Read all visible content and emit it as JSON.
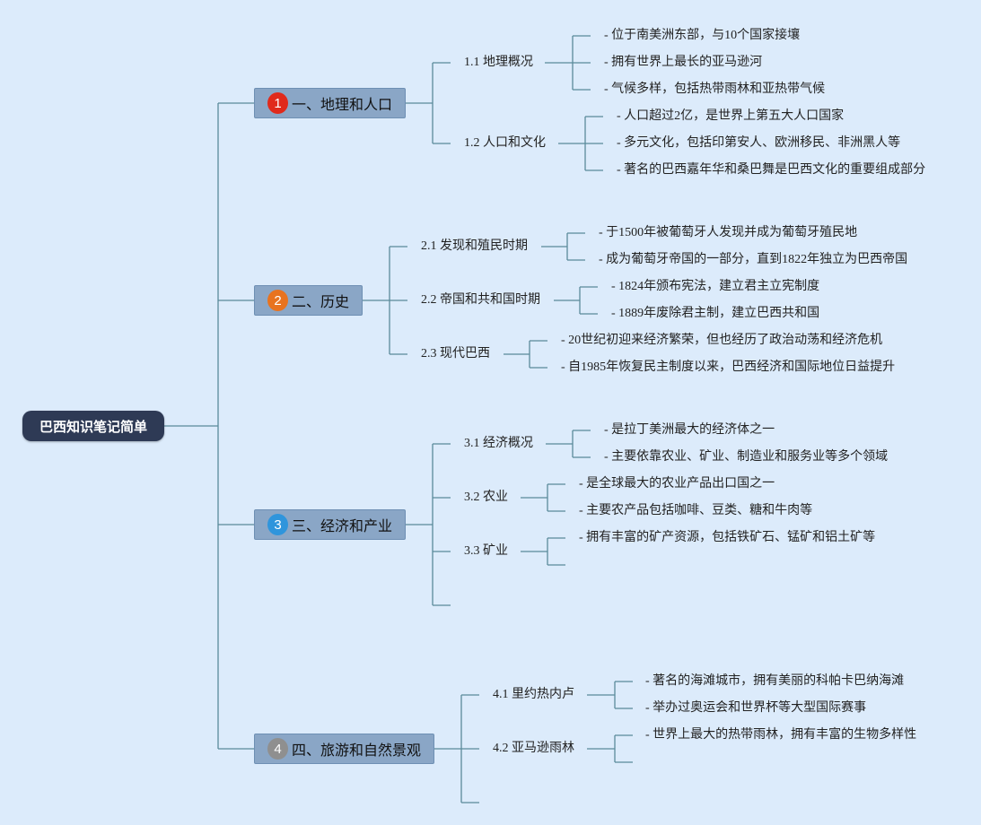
{
  "root": {
    "label": "巴西知识笔记简单"
  },
  "colors": {
    "line": "#5a8a9a",
    "badge1": "#e02a1c",
    "badge2": "#e8731f",
    "badge3": "#2f95dc",
    "badge4": "#8f8f8f"
  },
  "branches": [
    {
      "badge": "1",
      "label": "一、地理和人口",
      "subs": [
        {
          "label": "1.1 地理概况",
          "items": [
            "- 位于南美洲东部，与10个国家接壤",
            "- 拥有世界上最长的亚马逊河",
            "- 气候多样，包括热带雨林和亚热带气候"
          ]
        },
        {
          "label": "1.2 人口和文化",
          "items": [
            "- 人口超过2亿，是世界上第五大人口国家",
            "- 多元文化，包括印第安人、欧洲移民、非洲黑人等",
            "- 著名的巴西嘉年华和桑巴舞是巴西文化的重要组成部分"
          ]
        }
      ]
    },
    {
      "badge": "2",
      "label": "二、历史",
      "subs": [
        {
          "label": "2.1 发现和殖民时期",
          "items": [
            "- 于1500年被葡萄牙人发现并成为葡萄牙殖民地",
            "- 成为葡萄牙帝国的一部分，直到1822年独立为巴西帝国"
          ]
        },
        {
          "label": "2.2 帝国和共和国时期",
          "items": [
            "- 1824年颁布宪法，建立君主立宪制度",
            "- 1889年废除君主制，建立巴西共和国"
          ]
        },
        {
          "label": "2.3 现代巴西",
          "items": [
            "- 20世纪初迎来经济繁荣，但也经历了政治动荡和经济危机",
            "- 自1985年恢复民主制度以来，巴西经济和国际地位日益提升"
          ]
        }
      ]
    },
    {
      "badge": "3",
      "label": "三、经济和产业",
      "subs": [
        {
          "label": "3.1 经济概况",
          "items": [
            "- 是拉丁美洲最大的经济体之一",
            "- 主要依靠农业、矿业、制造业和服务业等多个领域"
          ]
        },
        {
          "label": "3.2 农业",
          "items": [
            "- 是全球最大的农业产品出口国之一",
            "- 主要农产品包括咖啡、豆类、糖和牛肉等"
          ]
        },
        {
          "label": "3.3 矿业",
          "items": [
            "- 拥有丰富的矿产资源，包括铁矿石、锰矿和铝土矿等"
          ]
        }
      ]
    },
    {
      "badge": "4",
      "label": "四、旅游和自然景观",
      "subs": [
        {
          "label": "4.1 里约热内卢",
          "items": [
            "- 著名的海滩城市，拥有美丽的科帕卡巴纳海滩",
            "- 举办过奥运会和世界杯等大型国际赛事"
          ]
        },
        {
          "label": "4.2 亚马逊雨林",
          "items": [
            "- 世界上最大的热带雨林，拥有丰富的生物多样性"
          ]
        }
      ]
    }
  ]
}
